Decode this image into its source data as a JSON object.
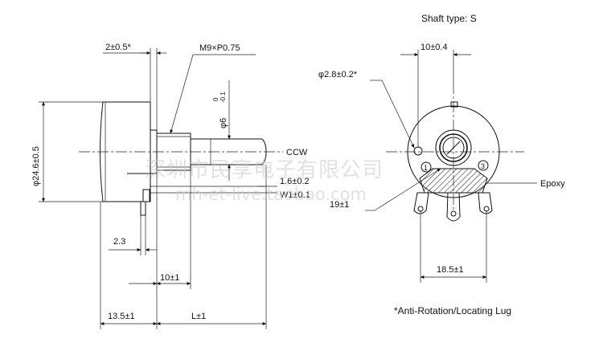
{
  "header": {
    "shaft_type": "Shaft type: S"
  },
  "side_view": {
    "dim_flange": "2±0.5*",
    "dim_thread": "M9×P0.75",
    "dim_body_dia": "φ24.6±0.5",
    "dim_shaft_dia": "φ6",
    "dim_shaft_tol_top": "0",
    "dim_shaft_tol_bottom": "-0.1",
    "label_ccw": "CCW",
    "dim_terminal_thick": "1.6±0.2",
    "dim_terminal_width": "W1±0.1",
    "dim_terminal_pos": "2.3",
    "dim_bushing_len": "10±1",
    "dim_body_len": "13.5±1",
    "dim_shaft_len": "L±1"
  },
  "front_view": {
    "dim_lug_offset": "10±0.4",
    "dim_lug_dia": "φ2.8±0.2*",
    "dim_terminal_angle": "19±1",
    "label_epoxy": "Epoxy",
    "dim_terminal_span": "18.5±1",
    "terminal_1": "1",
    "terminal_3": "3"
  },
  "footnote": "*Anti-Rotation/Locating Lug",
  "watermark": {
    "line1": "深圳市民享电子有限公司",
    "line2": "mh-et-live.taobao.com"
  }
}
